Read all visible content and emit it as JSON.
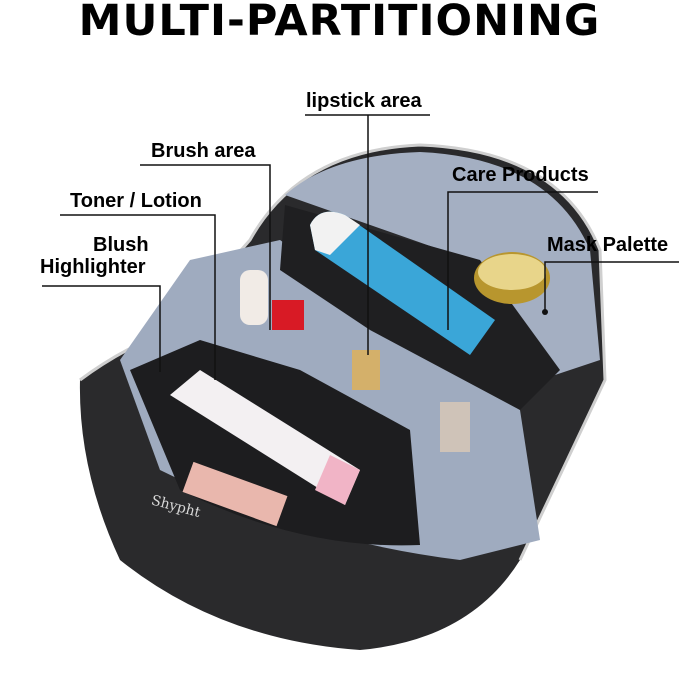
{
  "title": "MULTI-PARTITIONING",
  "labels": {
    "lipstick": "lipstick area",
    "brush": "Brush area",
    "toner": "Toner / Lotion",
    "blush": "Blush",
    "highlighter": "Highlighter",
    "care": "Care Products",
    "mask": "Mask Palette"
  },
  "colors": {
    "bag": "#2a2a2c",
    "lining": "#a4afc2",
    "zipper": "#c9c9c9"
  }
}
